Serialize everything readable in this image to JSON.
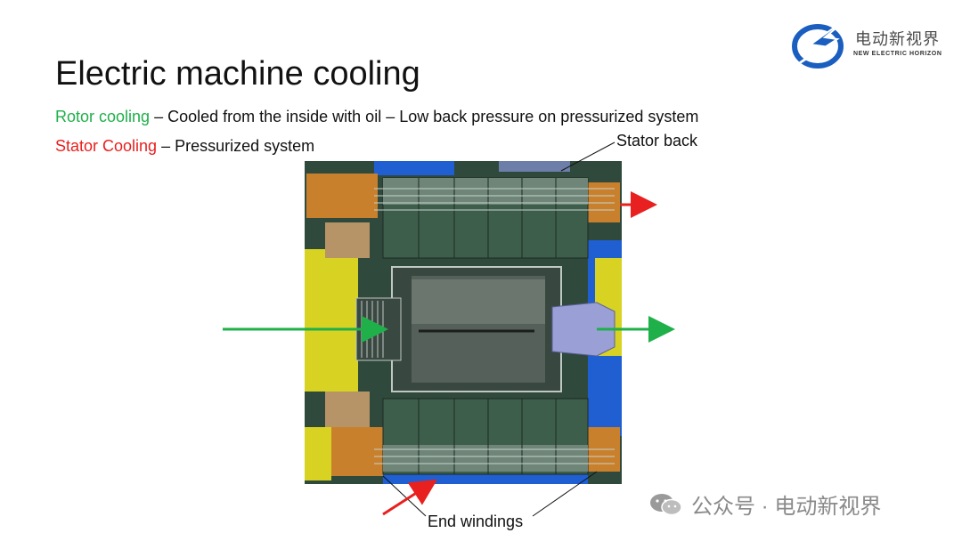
{
  "title": "Electric machine cooling",
  "lines": {
    "rotor_label": "Rotor cooling",
    "rotor_text": " – Cooled from the inside with oil – Low back pressure on pressurized system",
    "stator_label": "Stator Cooling",
    "stator_text": " – Pressurized system"
  },
  "callouts": {
    "stator_back": "Stator back",
    "end_windings": "End windings"
  },
  "logo": {
    "cn": "电动新视界",
    "en": "NEW ELECTRIC HORIZON"
  },
  "watermark": {
    "text": "公众号 · 电动新视界"
  },
  "colors": {
    "rotor_flow": "#1fb04a",
    "stator_flow": "#e8201f",
    "housing": "#2f4a3c",
    "logo_blue": "#1a5ec0"
  }
}
